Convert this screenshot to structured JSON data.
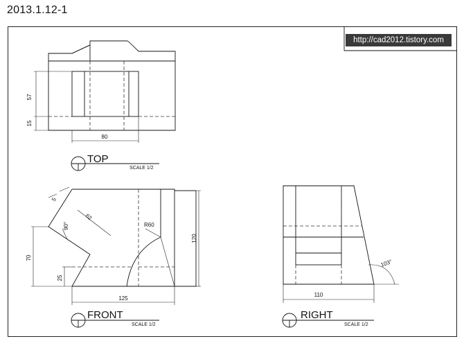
{
  "header": {
    "title": "2013.1.12-1"
  },
  "watermark": {
    "url": "http://cad2012.tistory.com"
  },
  "views": {
    "top": {
      "label": "TOP",
      "scale": "SCALE 1/2"
    },
    "front": {
      "label": "FRONT",
      "scale": "SCALE 1/2"
    },
    "right": {
      "label": "RIGHT",
      "scale": "SCALE 1/2"
    }
  },
  "dimensions": {
    "d57": "57",
    "d15": "15",
    "d80": "80",
    "d5": "5",
    "d90": "90°",
    "d62": "62",
    "dR60": "R60",
    "d120": "120",
    "d70": "70",
    "d25": "25",
    "d125": "125",
    "d110": "110",
    "d103": "103°"
  },
  "colors": {
    "line": "#111111",
    "watermark_bg": "#3a3a3a",
    "watermark_fg": "#ffffff"
  }
}
